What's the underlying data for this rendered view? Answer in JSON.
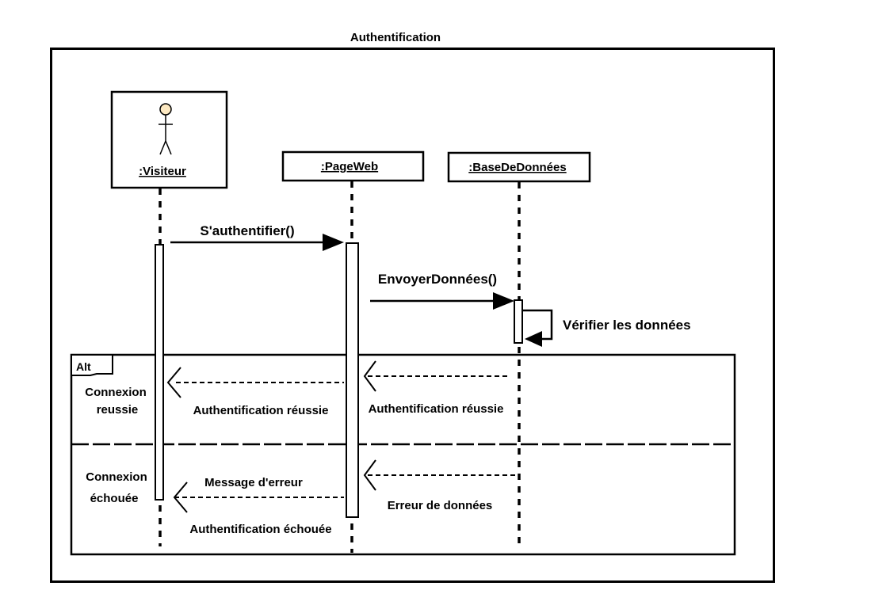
{
  "diagram": {
    "title": "Authentification",
    "participants": [
      {
        "id": "visiteur",
        "name": ":Visiteur",
        "kind": "actor"
      },
      {
        "id": "pageweb",
        "name": ":PageWeb",
        "kind": "object"
      },
      {
        "id": "bdd",
        "name": ":BaseDeDonnées",
        "kind": "object"
      }
    ],
    "messages": [
      {
        "label": "S'authentifier()",
        "from": "visiteur",
        "to": "pageweb",
        "style": "sync"
      },
      {
        "label": "EnvoyerDonnées()",
        "from": "pageweb",
        "to": "bdd",
        "style": "sync"
      },
      {
        "label": "Vérifier les données",
        "from": "bdd",
        "to": "bdd",
        "style": "self"
      }
    ],
    "alt_fragment": {
      "operator": "Alt",
      "operands": [
        {
          "guard_line1": "Connexion",
          "guard_line2": "reussie",
          "replies": [
            {
              "label": "Authentification réussie",
              "from": "bdd",
              "to": "pageweb"
            },
            {
              "label": "Authentification réussie",
              "from": "pageweb",
              "to": "visiteur"
            }
          ]
        },
        {
          "guard_line1": "Connexion",
          "guard_line2": "échouée",
          "replies": [
            {
              "label": "Erreur de données",
              "from": "bdd",
              "to": "pageweb"
            },
            {
              "label": "Message d'erreur",
              "from": "pageweb",
              "to": "visiteur"
            }
          ],
          "note": "Authentification échouée"
        }
      ]
    },
    "colors": {
      "actor_head": "#fde9c2",
      "line": "#000000",
      "background": "#ffffff"
    }
  }
}
